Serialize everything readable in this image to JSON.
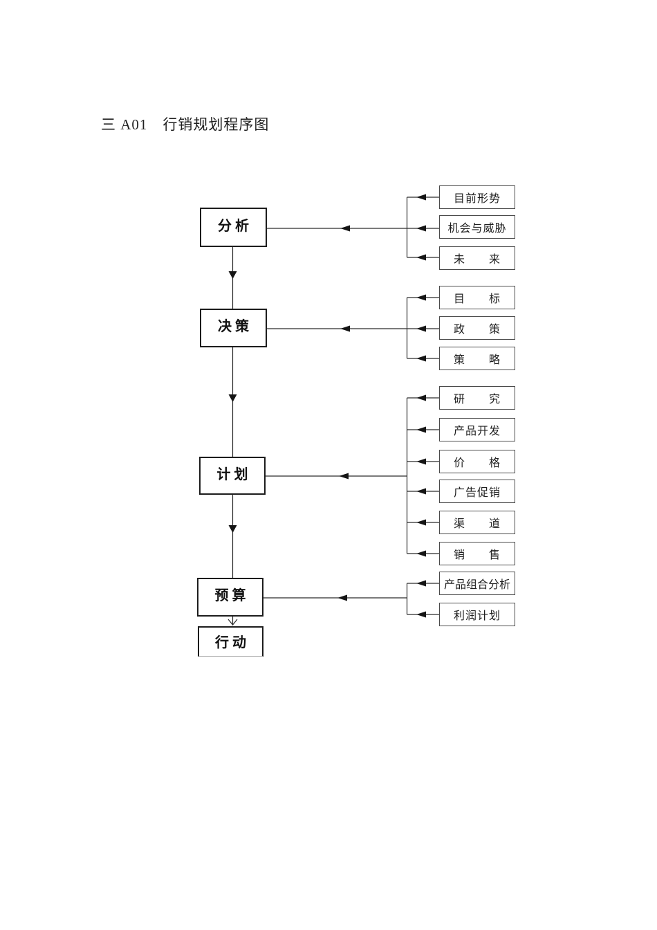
{
  "page": {
    "title": "三 A01　行销规划程序图",
    "background": "#ffffff"
  },
  "colors": {
    "line": "#2b2b2b",
    "stage_border": "#1c1c1c",
    "factor_border": "#4a4a4a",
    "text": "#1a1a1a"
  },
  "diagram": {
    "type": "flowchart",
    "direction": "top-to-bottom",
    "stages": [
      {
        "label": "分析",
        "inputs": [
          "目前形势",
          "机会与威胁",
          "未　　来"
        ]
      },
      {
        "label": "决策",
        "inputs": [
          "目　　标",
          "政　　策",
          "策　　略"
        ]
      },
      {
        "label": "计划",
        "inputs": [
          "研　　究",
          "产品开发",
          "价　　格",
          "广告促销",
          "渠　　道",
          "销　　售"
        ]
      },
      {
        "label": "预算",
        "inputs": [
          "产品组合分析",
          "利润计划"
        ]
      },
      {
        "label": "行动",
        "inputs": []
      }
    ]
  }
}
